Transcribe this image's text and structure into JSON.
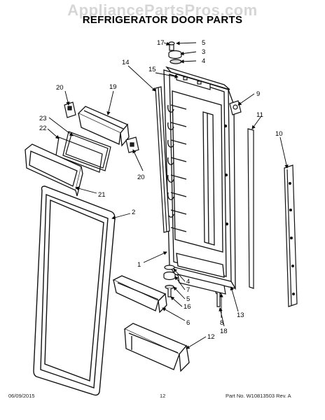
{
  "watermark": "AppliancePartsPros.com",
  "title": "REFRIGERATOR DOOR PARTS",
  "callouts": {
    "c17": "17",
    "c5_top": "5",
    "c3": "3",
    "c4_top": "4",
    "c14": "14",
    "c15": "15",
    "c20_top": "20",
    "c19": "19",
    "c9": "9",
    "c11": "11",
    "c10": "10",
    "c23": "23",
    "c22": "22",
    "c20_mid": "20",
    "c21": "21",
    "c2": "2",
    "c1": "1",
    "c4_bot": "4",
    "c7": "7",
    "c5_bot": "5",
    "c16": "16",
    "c6": "6",
    "c8": "8",
    "c13": "13",
    "c18": "18",
    "c12": "12"
  },
  "footer": {
    "date": "06/09/2015",
    "page": "12",
    "part_no": "Part No. W10813503  Rev. A"
  }
}
